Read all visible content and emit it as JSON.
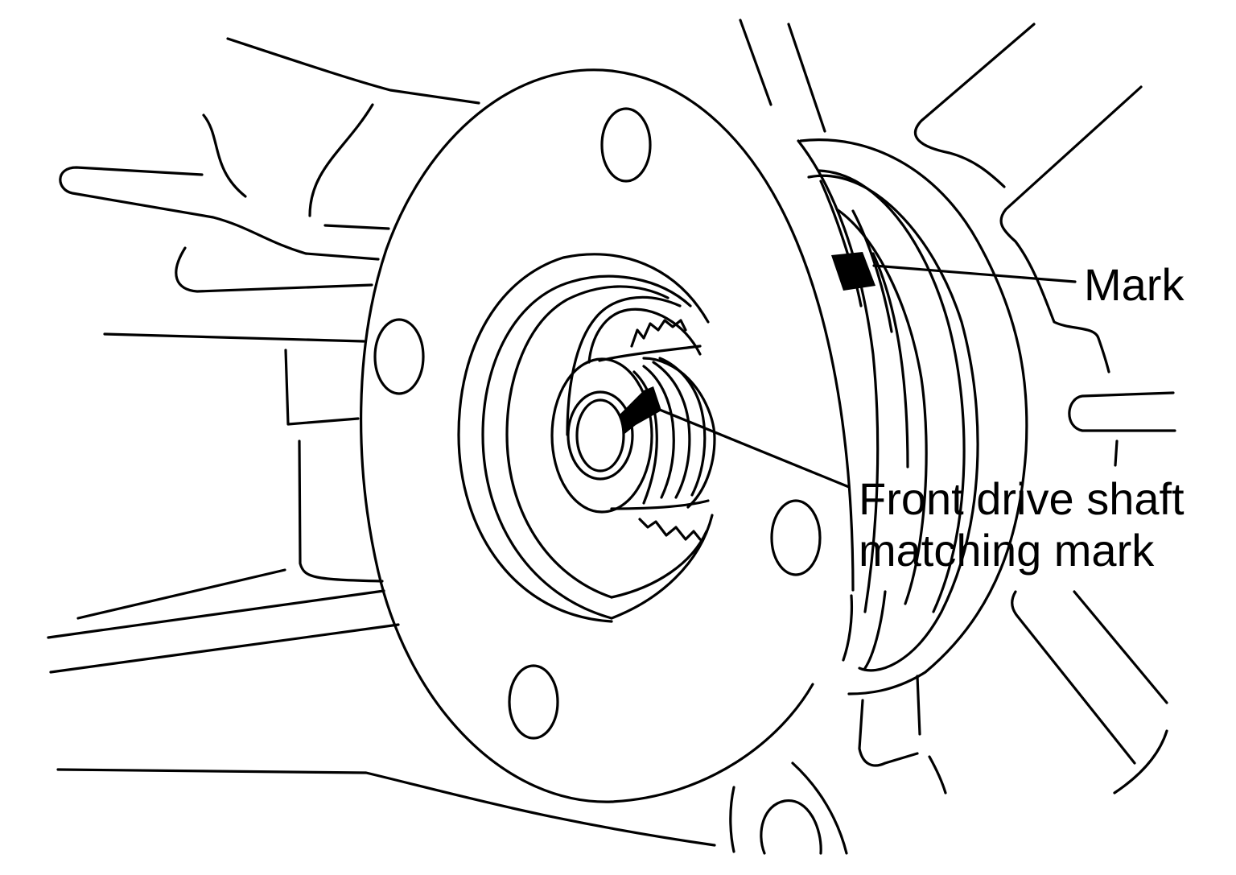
{
  "labels": {
    "mark": "Mark",
    "drive_shaft_line1": "Front drive shaft",
    "drive_shaft_line2": "matching mark"
  },
  "colors": {
    "line": "#000000",
    "background": "#ffffff"
  }
}
